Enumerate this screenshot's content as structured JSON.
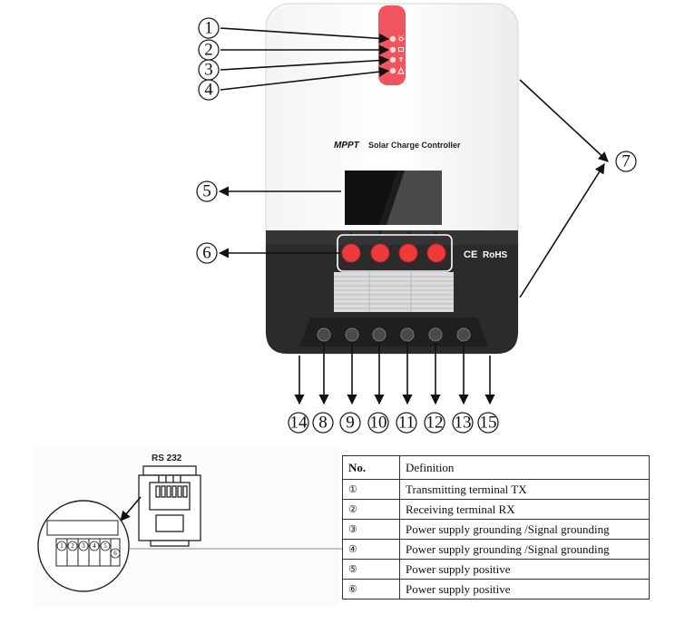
{
  "device": {
    "brand": "MPPT",
    "title": "Solar Charge Controller",
    "certifications": [
      "CE",
      "RoHS"
    ],
    "button_markers": [
      "▲",
      "▼",
      "◄",
      "►"
    ],
    "led_icons": [
      "sun-icon",
      "battery-icon",
      "load-icon",
      "warning-icon"
    ],
    "colors": {
      "led_panel": "#f0545e",
      "lcd": "#111111",
      "button": "#ee3a3a",
      "body_white": "#fafafa",
      "body_dark": "#2b2b2b"
    }
  },
  "callouts": {
    "top": [
      "1",
      "2",
      "3",
      "4",
      "5",
      "6",
      "7"
    ],
    "bottom": [
      "14",
      "8",
      "9",
      "10",
      "11",
      "12",
      "13",
      "15"
    ]
  },
  "rs232": {
    "label": "RS 232",
    "pins": [
      "1",
      "2",
      "3",
      "4",
      "5",
      "6"
    ]
  },
  "definitions": {
    "headers": [
      "No.",
      "Definition"
    ],
    "rows": [
      {
        "no": "①",
        "text": "Transmitting terminal TX"
      },
      {
        "no": "②",
        "text": "Receiving terminal RX"
      },
      {
        "no": "③",
        "text": "Power supply grounding /Signal grounding"
      },
      {
        "no": "④",
        "text": "Power supply grounding /Signal grounding"
      },
      {
        "no": "⑤",
        "text": "Power supply positive"
      },
      {
        "no": "⑥",
        "text": "Power supply positive"
      }
    ]
  }
}
